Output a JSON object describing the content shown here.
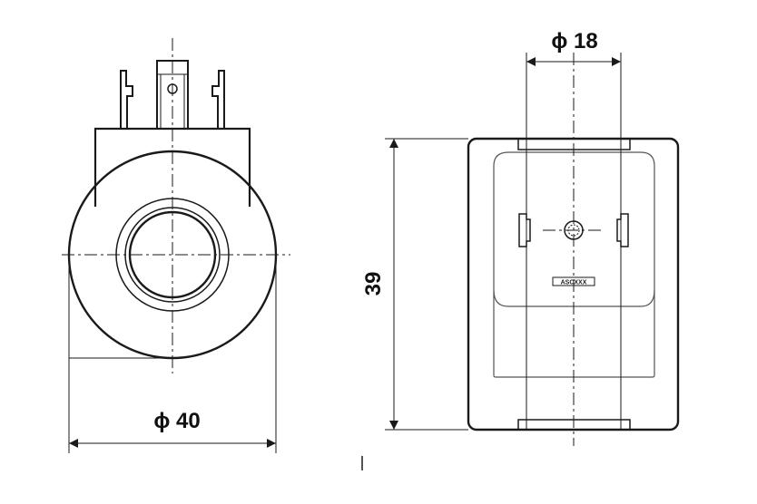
{
  "diagram": {
    "front_view": {
      "diameter_label": "ϕ 40"
    },
    "side_view": {
      "width_label": "ϕ 18",
      "height_label": "39",
      "marking_text": "ASCXXX"
    },
    "colors": {
      "line": "#1a1a1a",
      "paper": "#ffffff"
    }
  }
}
